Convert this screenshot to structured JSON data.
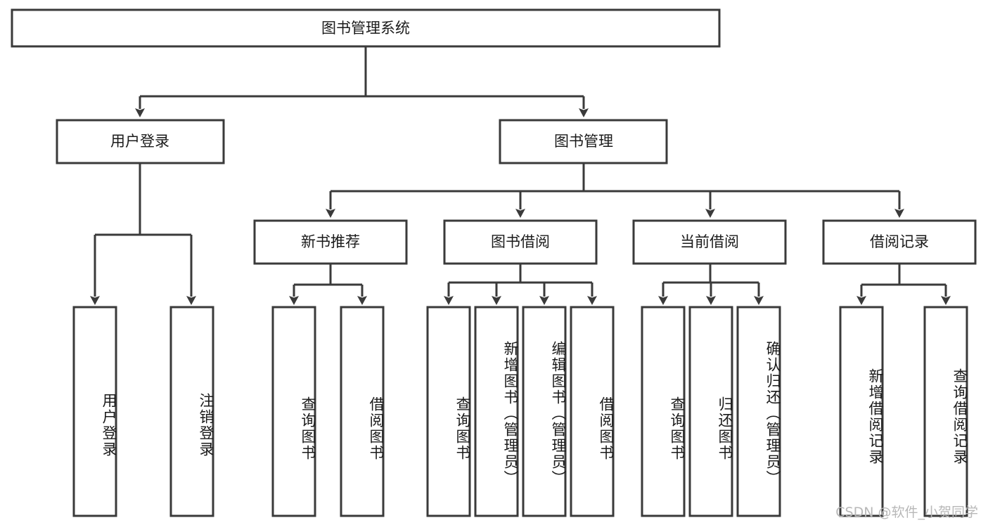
{
  "diagram": {
    "type": "tree-hierarchy",
    "title": "图书管理系统",
    "root": {
      "id": "root",
      "label": "图书管理系统",
      "level": 0
    },
    "level2": [
      {
        "id": "user-login",
        "label": "用户登录"
      },
      {
        "id": "book-manage",
        "label": "图书管理"
      }
    ],
    "level3": [
      {
        "id": "new-book-recommend",
        "label": "新书推荐",
        "parent": "book-manage"
      },
      {
        "id": "book-borrow",
        "label": "图书借阅",
        "parent": "book-manage"
      },
      {
        "id": "current-borrow",
        "label": "当前借阅",
        "parent": "book-manage"
      },
      {
        "id": "borrow-record",
        "label": "借阅记录",
        "parent": "book-manage"
      }
    ],
    "leaves": [
      {
        "id": "leaf-user-login",
        "label": "用户登录",
        "parent": "user-login"
      },
      {
        "id": "leaf-user-logout",
        "label": "注销登录",
        "parent": "user-login"
      },
      {
        "id": "leaf-query-book-1",
        "label": "查询图书",
        "parent": "new-book-recommend"
      },
      {
        "id": "leaf-borrow-book-1",
        "label": "借阅图书",
        "parent": "new-book-recommend"
      },
      {
        "id": "leaf-query-book-2",
        "label": "查询图书",
        "parent": "book-borrow"
      },
      {
        "id": "leaf-add-book",
        "label": "新增图书（管理员）",
        "parent": "book-borrow"
      },
      {
        "id": "leaf-edit-book",
        "label": "编辑图书（管理员）",
        "parent": "book-borrow"
      },
      {
        "id": "leaf-borrow-book-2",
        "label": "借阅图书",
        "parent": "book-borrow"
      },
      {
        "id": "leaf-query-book-3",
        "label": "查询图书",
        "parent": "current-borrow"
      },
      {
        "id": "leaf-return-book",
        "label": "归还图书",
        "parent": "current-borrow"
      },
      {
        "id": "leaf-confirm-return",
        "label": "确认归还（管理员）",
        "parent": "current-borrow"
      },
      {
        "id": "leaf-add-record",
        "label": "新增借阅记录",
        "parent": "borrow-record"
      },
      {
        "id": "leaf-query-record",
        "label": "查询借阅记录",
        "parent": "borrow-record"
      }
    ],
    "colors": {
      "stroke": "#3a3a3a",
      "fill": "#ffffff",
      "text": "#1a1a1a",
      "watermark": "#b8b8b8",
      "background": "#ffffff"
    }
  },
  "watermark": {
    "text": "CSDN @软件_小贺同学"
  }
}
